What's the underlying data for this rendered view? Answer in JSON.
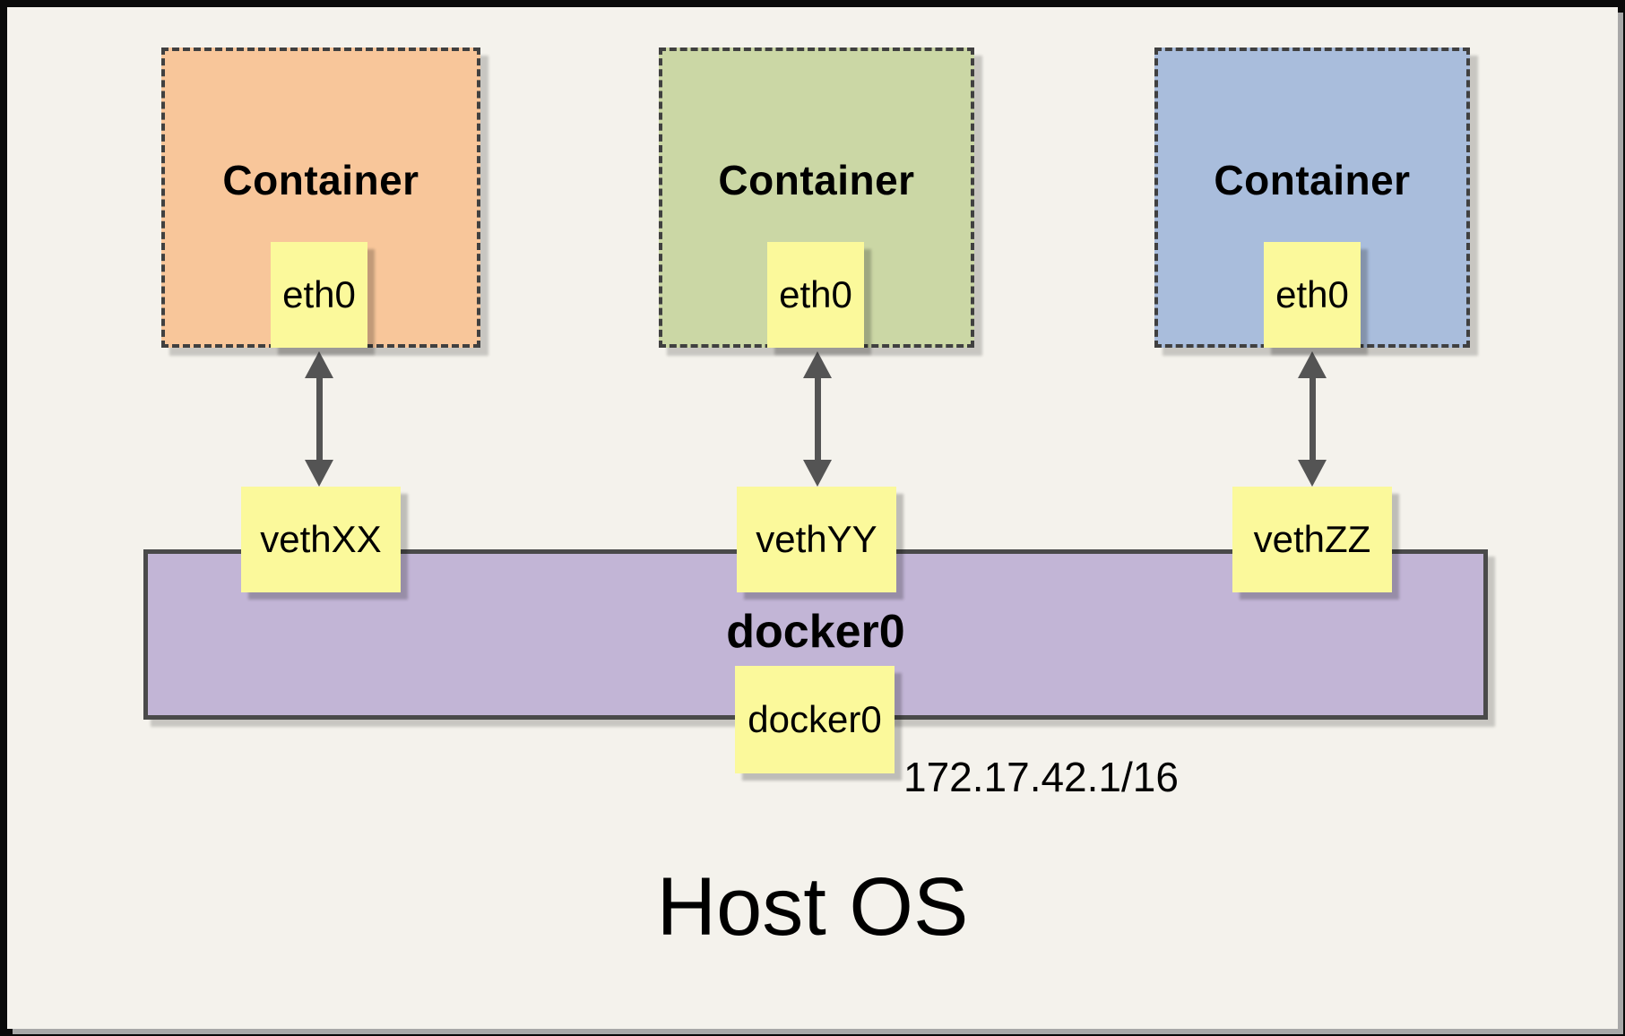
{
  "host": {
    "title": "Host OS"
  },
  "bridge": {
    "name": "docker0",
    "interface": "docker0",
    "ip": "172.17.42.1/16",
    "color": "#C2B5D6"
  },
  "containers": [
    {
      "title": "Container",
      "interface": "eth0",
      "veth": "vethXX",
      "color": "#F8C69A"
    },
    {
      "title": "Container",
      "interface": "eth0",
      "veth": "vethYY",
      "color": "#CBD7A5"
    },
    {
      "title": "Container",
      "interface": "eth0",
      "veth": "vethZZ",
      "color": "#A9BDDC"
    }
  ],
  "icons": {
    "connector": "double-headed-vertical-arrow"
  },
  "colors": {
    "background": "#F4F2EC",
    "note": "#FBF99B",
    "arrow": "#545454",
    "dashed_border": "#404040"
  }
}
